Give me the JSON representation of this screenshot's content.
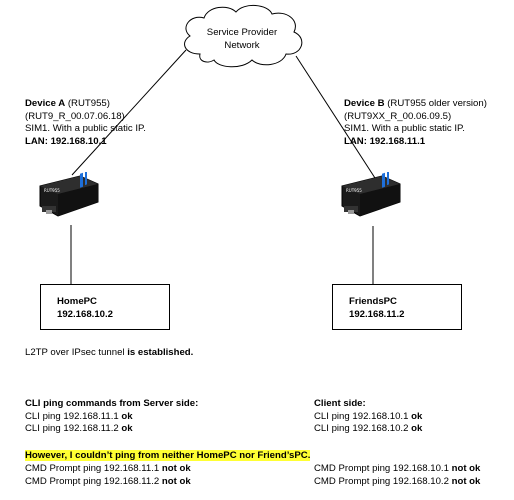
{
  "cloud": {
    "line1": "Service Provider",
    "line2": "Network"
  },
  "device_a": {
    "name_bold": "Device A",
    "name_rest": " (RUT955)",
    "firmware": "(RUT9_R_00.07.06.18)",
    "sim": "SIM1. With a public static IP.",
    "lan_label": "LAN: 192.168.10.1"
  },
  "device_b": {
    "name_bold": "Device B",
    "name_rest": " (RUT955 older version)",
    "firmware": "(RUT9XX_R_00.06.09.5)",
    "sim": "SIM1. With a public static IP.",
    "lan_label": "LAN: 192.168.11.1"
  },
  "router_label": "RUT955",
  "home_pc": {
    "name": "HomePC",
    "ip": "192.168.10.2"
  },
  "friends_pc": {
    "name": "FriendsPC",
    "ip": "192.168.11.2"
  },
  "tunnel": {
    "text": "L2TP over IPsec tunnel ",
    "status": "is established."
  },
  "server_side": {
    "heading": "CLI ping commands from Server side:",
    "lines": [
      {
        "cmd": "CLI ping 192.168.11.1 ",
        "result": "ok"
      },
      {
        "cmd": "CLI ping 192.168.11.2 ",
        "result": "ok"
      }
    ]
  },
  "client_side": {
    "heading": "Client side:",
    "lines": [
      {
        "cmd": "CLI ping 192.168.10.1 ",
        "result": "ok"
      },
      {
        "cmd": "CLI ping 192.168.10.2 ",
        "result": "ok"
      }
    ]
  },
  "warning": "However, I couldn’t ping from neither HomePC nor Friend’sPC.",
  "cmd_server": [
    {
      "cmd": "CMD Prompt ping 192.168.11.1 ",
      "result": "not ok"
    },
    {
      "cmd": "CMD Prompt ping 192.168.11.2 ",
      "result": "not ok"
    }
  ],
  "cmd_client": [
    {
      "cmd": "CMD Prompt ping 192.168.10.1 ",
      "result": "not ok"
    },
    {
      "cmd": "CMD Prompt ping 192.168.10.2 ",
      "result": "not ok"
    }
  ],
  "colors": {
    "highlight": "#ffff33",
    "router_body": "#1a1a1a",
    "router_accent": "#1e6fd9"
  }
}
